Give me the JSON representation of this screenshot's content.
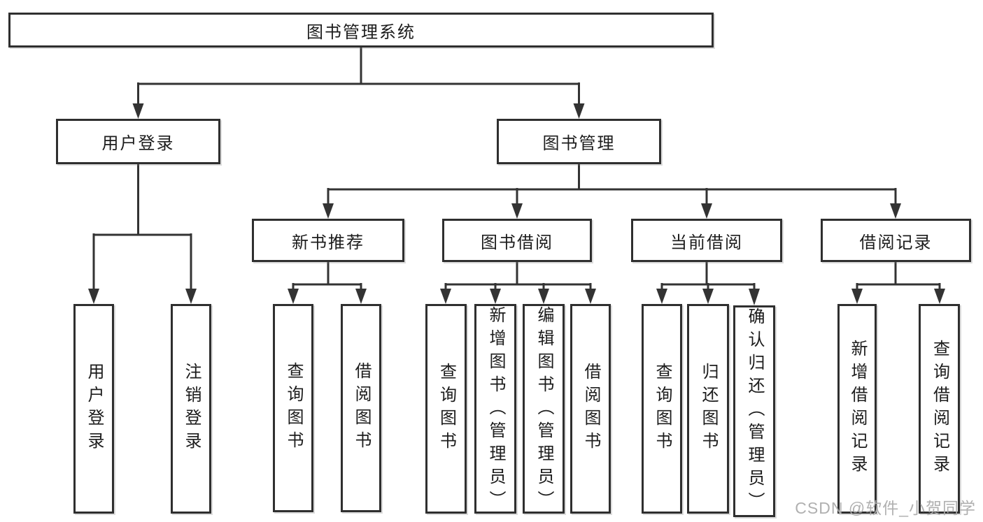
{
  "tree": {
    "root": {
      "label": "图书管理系统",
      "children": [
        {
          "label": "用户登录",
          "children": [
            {
              "label": "用户登录"
            },
            {
              "label": "注销登录"
            }
          ]
        },
        {
          "label": "图书管理",
          "children": [
            {
              "label": "新书推荐",
              "children": [
                {
                  "label": "查询图书"
                },
                {
                  "label": "借阅图书"
                }
              ]
            },
            {
              "label": "图书借阅",
              "children": [
                {
                  "label": "查询图书"
                },
                {
                  "label": "新增图书（管理员）"
                },
                {
                  "label": "编辑图书（管理员）"
                },
                {
                  "label": "借阅图书"
                }
              ]
            },
            {
              "label": "当前借阅",
              "children": [
                {
                  "label": "查询图书"
                },
                {
                  "label": "归还图书"
                },
                {
                  "label": "确认归还（管理员）"
                }
              ]
            },
            {
              "label": "借阅记录",
              "children": [
                {
                  "label": "新增借阅记录"
                },
                {
                  "label": "查询借阅记录"
                }
              ]
            }
          ]
        }
      ]
    }
  },
  "watermark": {
    "text": "CSDN @软件_小贺同学"
  },
  "colors": {
    "line": "#333333",
    "box_border": "#2f2f2f",
    "text": "#1c1c1c",
    "background": "#ffffff",
    "watermark": "#acacac"
  }
}
